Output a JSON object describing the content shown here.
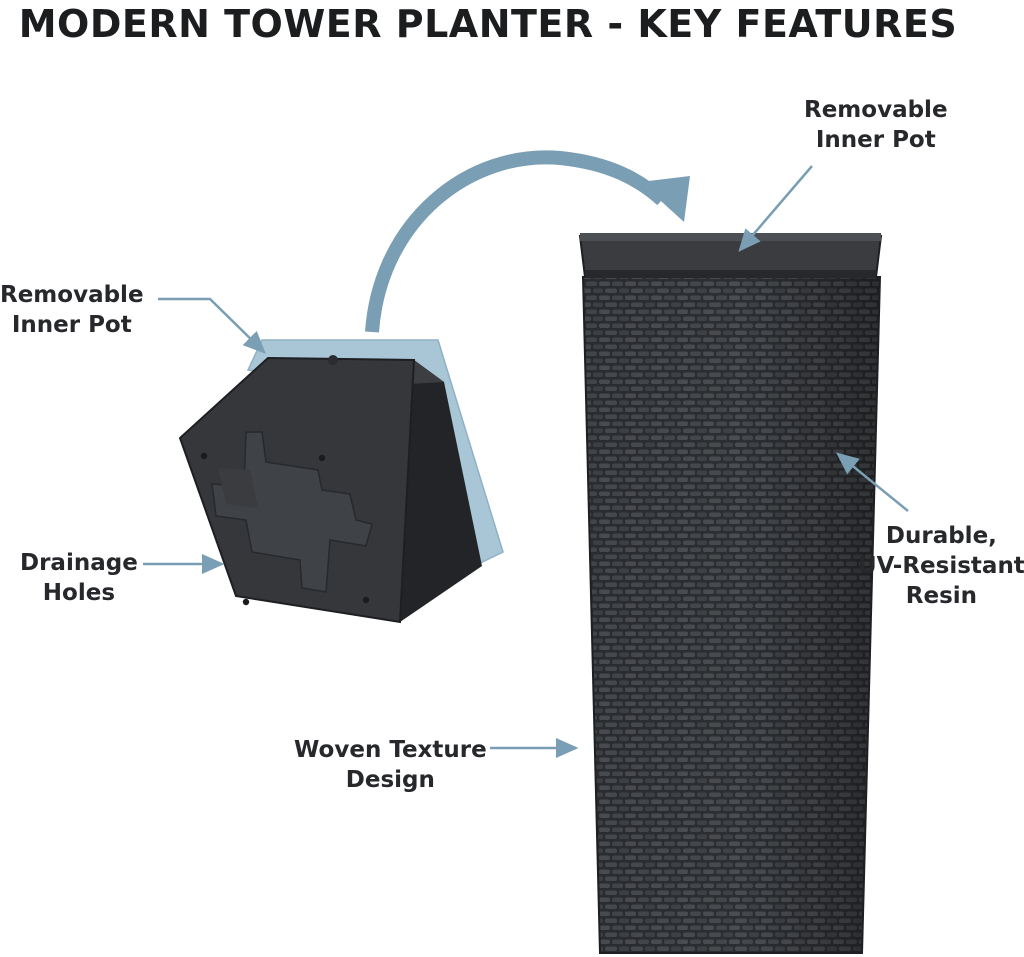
{
  "title": "MODERN TOWER PLANTER - KEY FEATURES",
  "callouts": {
    "inner_pot_top": {
      "line1": "Removable",
      "line2": "Inner Pot"
    },
    "inner_pot_left": {
      "line1": "Removable",
      "line2": "Inner Pot"
    },
    "drainage": {
      "line1": "Drainage",
      "line2": "Holes"
    },
    "resin": {
      "line1": "Durable,",
      "line2": "UV-Resistant",
      "line3": "Resin"
    },
    "texture": {
      "line1": "Woven Texture",
      "line2": "Design"
    }
  },
  "colors": {
    "accent": "#7a9eb3",
    "rim_blue": "#a9c6d6",
    "planter_dark": "#34363a",
    "pot_dark": "#2e3033",
    "text": "#26282b"
  }
}
